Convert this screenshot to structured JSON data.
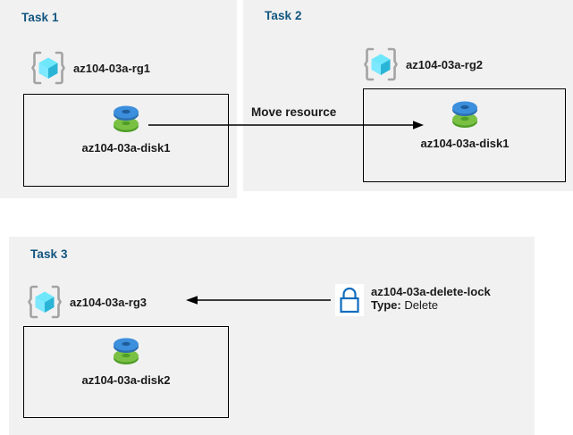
{
  "diagram": {
    "title": "Azure resource group tasks diagram",
    "colors": {
      "panel_background": "#f1f1f1",
      "page_background": "#ffffff",
      "task_title": "#12557f",
      "label_text": "#1a1a1a",
      "box_border": "#000000",
      "arrow": "#000000",
      "rg_icon_cyan": "#50e6ff",
      "rg_icon_bracket": "#a3a3a3",
      "disk_blue": "#3c8fdc",
      "disk_green": "#6cb33f",
      "lock_blue": "#0f6cbd"
    }
  },
  "panels": [
    {
      "id": "task1",
      "title": "Task 1",
      "resource_group": {
        "label": "az104-03a-rg1",
        "icon": "resource-group-icon"
      },
      "resource": {
        "label": "az104-03a-disk1",
        "icon": "managed-disk-icon"
      }
    },
    {
      "id": "task2",
      "title": "Task 2",
      "resource_group": {
        "label": "az104-03a-rg2",
        "icon": "resource-group-icon"
      },
      "resource": {
        "label": "az104-03a-disk1",
        "icon": "managed-disk-icon"
      }
    },
    {
      "id": "task3",
      "title": "Task 3",
      "resource_group": {
        "label": "az104-03a-rg3",
        "icon": "resource-group-icon"
      },
      "resource": {
        "label": "az104-03a-disk2",
        "icon": "managed-disk-icon"
      },
      "lock": {
        "icon": "lock-icon",
        "name": "az104-03a-delete-lock",
        "type_key": "Type:",
        "type_value": "Delete"
      }
    }
  ],
  "arrows": [
    {
      "id": "move-resource",
      "caption": "Move resource",
      "direction": "right",
      "from": "az104-03a-disk1 (Task 1)",
      "to": "az104-03a-disk1 (Task 2)"
    },
    {
      "id": "lock-applies-to",
      "caption": "",
      "direction": "left",
      "from": "az104-03a-delete-lock",
      "to": "az104-03a-rg3"
    }
  ]
}
